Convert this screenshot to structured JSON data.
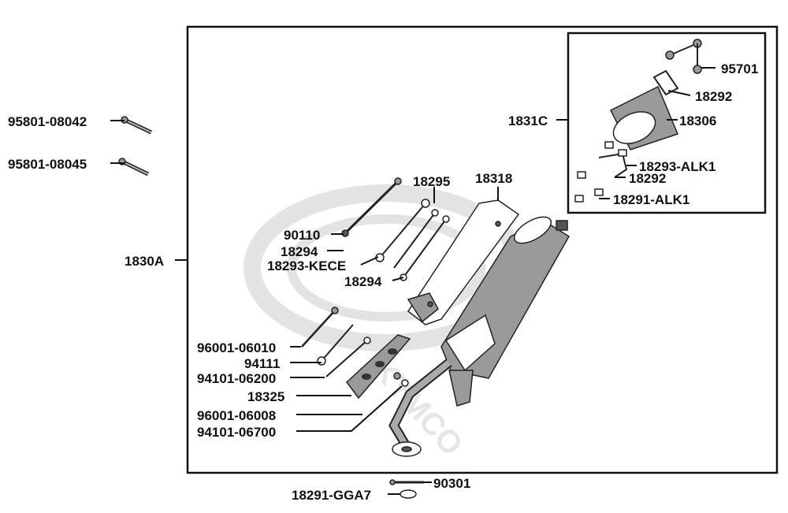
{
  "labels": {
    "l95801_08042": "95801-08042",
    "l95801_08045": "95801-08045",
    "l1830A": "1830A",
    "l1831C": "1831C",
    "l95701": "95701",
    "l18292_top": "18292",
    "l18306": "18306",
    "l18293_ALK1": "18293-ALK1",
    "l18292_mid": "18292",
    "l18291_ALK1": "18291-ALK1",
    "l18295": "18295",
    "l18318": "18318",
    "l90110": "90110",
    "l18294_a": "18294",
    "l18293_KECE": "18293-KECE",
    "l18294_b": "18294",
    "l96001_06010": "96001-06010",
    "l94111": "94111",
    "l94101_06200": "94101-06200",
    "l18325": "18325",
    "l96001_06008": "96001-06008",
    "l94101_06700": "94101-06700",
    "l90301": "90301",
    "l18291_GGA7": "18291-GGA7"
  },
  "watermark": {
    "text": "KYMCO"
  },
  "colors": {
    "line": "#111111",
    "part_fill": "#9a9a9a",
    "watermark": "#e3e3e3"
  }
}
